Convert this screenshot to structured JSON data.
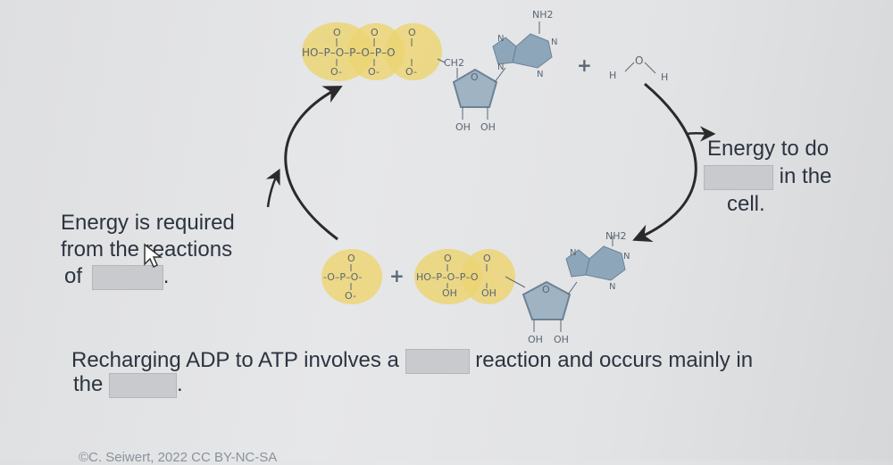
{
  "atp": {
    "phosphate_label": "HO–P–O–P–O–P–O",
    "ch2": "CH2",
    "nh2": "NH2",
    "n": "N",
    "o": "O",
    "oh": "OH",
    "o_minus": "O-"
  },
  "water": {
    "h": "H",
    "o": "O"
  },
  "products": {
    "free_phosphate": "-O–P–O-",
    "adp_phosphates": "HO–P–O–P–O"
  },
  "plus": "+",
  "labels": {
    "energy_required_line1": "Energy is required",
    "energy_required_line2": "from the reactions",
    "energy_required_line3": "of",
    "energy_todo_line1": "Energy to do",
    "energy_todo_line2": "in the",
    "energy_todo_line3": "cell.",
    "recharge_line1": "Recharging ADP to ATP involves a",
    "recharge_mid": "reaction and occurs mainly in",
    "recharge_line2": "the"
  },
  "period": ".",
  "copyright": "©C. Seiwert, 2022 CC BY-NC-SA",
  "colors": {
    "phosphate_highlight": "#ecd574",
    "ribose": "#9fb3c3",
    "base": "#8ea6b9",
    "arrow": "#2a2a2a",
    "blank": "#c9cacd"
  }
}
